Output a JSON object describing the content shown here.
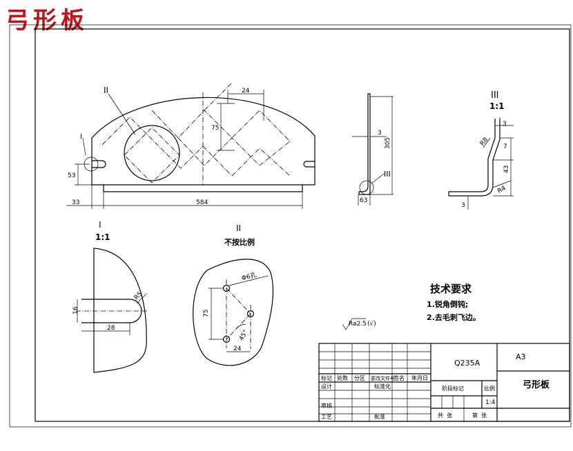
{
  "document_title": "弓形板",
  "main_view": {
    "view_label_I": "I",
    "view_label_II": "II",
    "dim_24": "24",
    "dim_75": "75",
    "dim_53": "53",
    "dim_33": "33",
    "dim_584": "584"
  },
  "side_view": {
    "dim_3": "3",
    "dim_305": "305",
    "dim_63": "63",
    "detail_label": "III"
  },
  "detail_III": {
    "label": "III",
    "scale": "1:1",
    "dim_3_top": "3",
    "dim_r8": "R8",
    "dim_7": "7",
    "dim_43": "43",
    "dim_r4": "R4",
    "dim_3_bottom": "3"
  },
  "detail_I": {
    "label": "I",
    "scale": "1:1",
    "dim_16": "16",
    "dim_r5": "R5",
    "dim_28": "28"
  },
  "detail_II": {
    "label": "II",
    "note": "不按比例",
    "dim_hole": "Φ6孔",
    "dim_75": "75",
    "dim_45": "45°",
    "dim_24": "24"
  },
  "roughness": {
    "value": "Ra2.5",
    "suffix": "(√)"
  },
  "tech_requirements": {
    "heading": "技术要求",
    "items": [
      "1.锐角倒钝;",
      "2.去毛刺飞边。"
    ]
  },
  "title_block": {
    "material": "Q235A",
    "sheet_size": "A3",
    "part_name": "弓形板",
    "header_cells": [
      "标记",
      "处数",
      "分区",
      "更改文件号",
      "签名",
      "年月日"
    ],
    "row_labels": [
      "设计",
      "审核",
      "工艺"
    ],
    "standardization": "标准化",
    "approval": "批准",
    "stage_mark": "阶段标记",
    "scale_label": "比例",
    "scale_value": "1:4",
    "sheets_total": "共  张",
    "sheet_no": "第  张"
  }
}
